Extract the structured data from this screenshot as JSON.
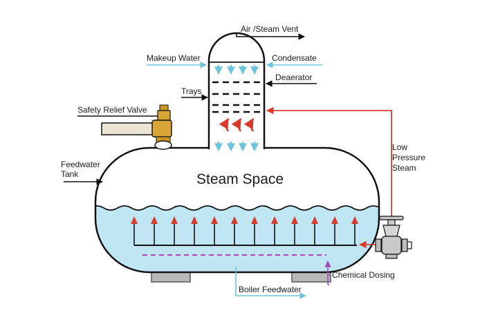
{
  "labels": {
    "air_steam_vent": "Air /Steam Vent",
    "makeup_water": "Makeup Water",
    "condensate": "Condensate",
    "deaerator": "Deaerator",
    "trays": "Trays",
    "safety_relief_valve": "Safety Relief  Valve",
    "feedwater_tank_line1": "Feedwater",
    "feedwater_tank_line2": "Tank",
    "steam_space": "Steam Space",
    "low_pressure_steam_line1": "Low",
    "low_pressure_steam_line2": "Pressure",
    "low_pressure_steam_line3": "Steam",
    "chemical_dosing": "Chemical Dosing",
    "boiler_feedwater": "Boiler Feedwater"
  },
  "colors": {
    "water": "#bfe6f2",
    "water_flow": "#6ec3dc",
    "steam": "#d83a2e",
    "chemical": "#a24ab7",
    "outline": "#111111",
    "valve_brass": "#d8a537",
    "pipe": "#ece4d4",
    "valve_grey": "#c9c9c9",
    "support": "#8a8a8a"
  }
}
